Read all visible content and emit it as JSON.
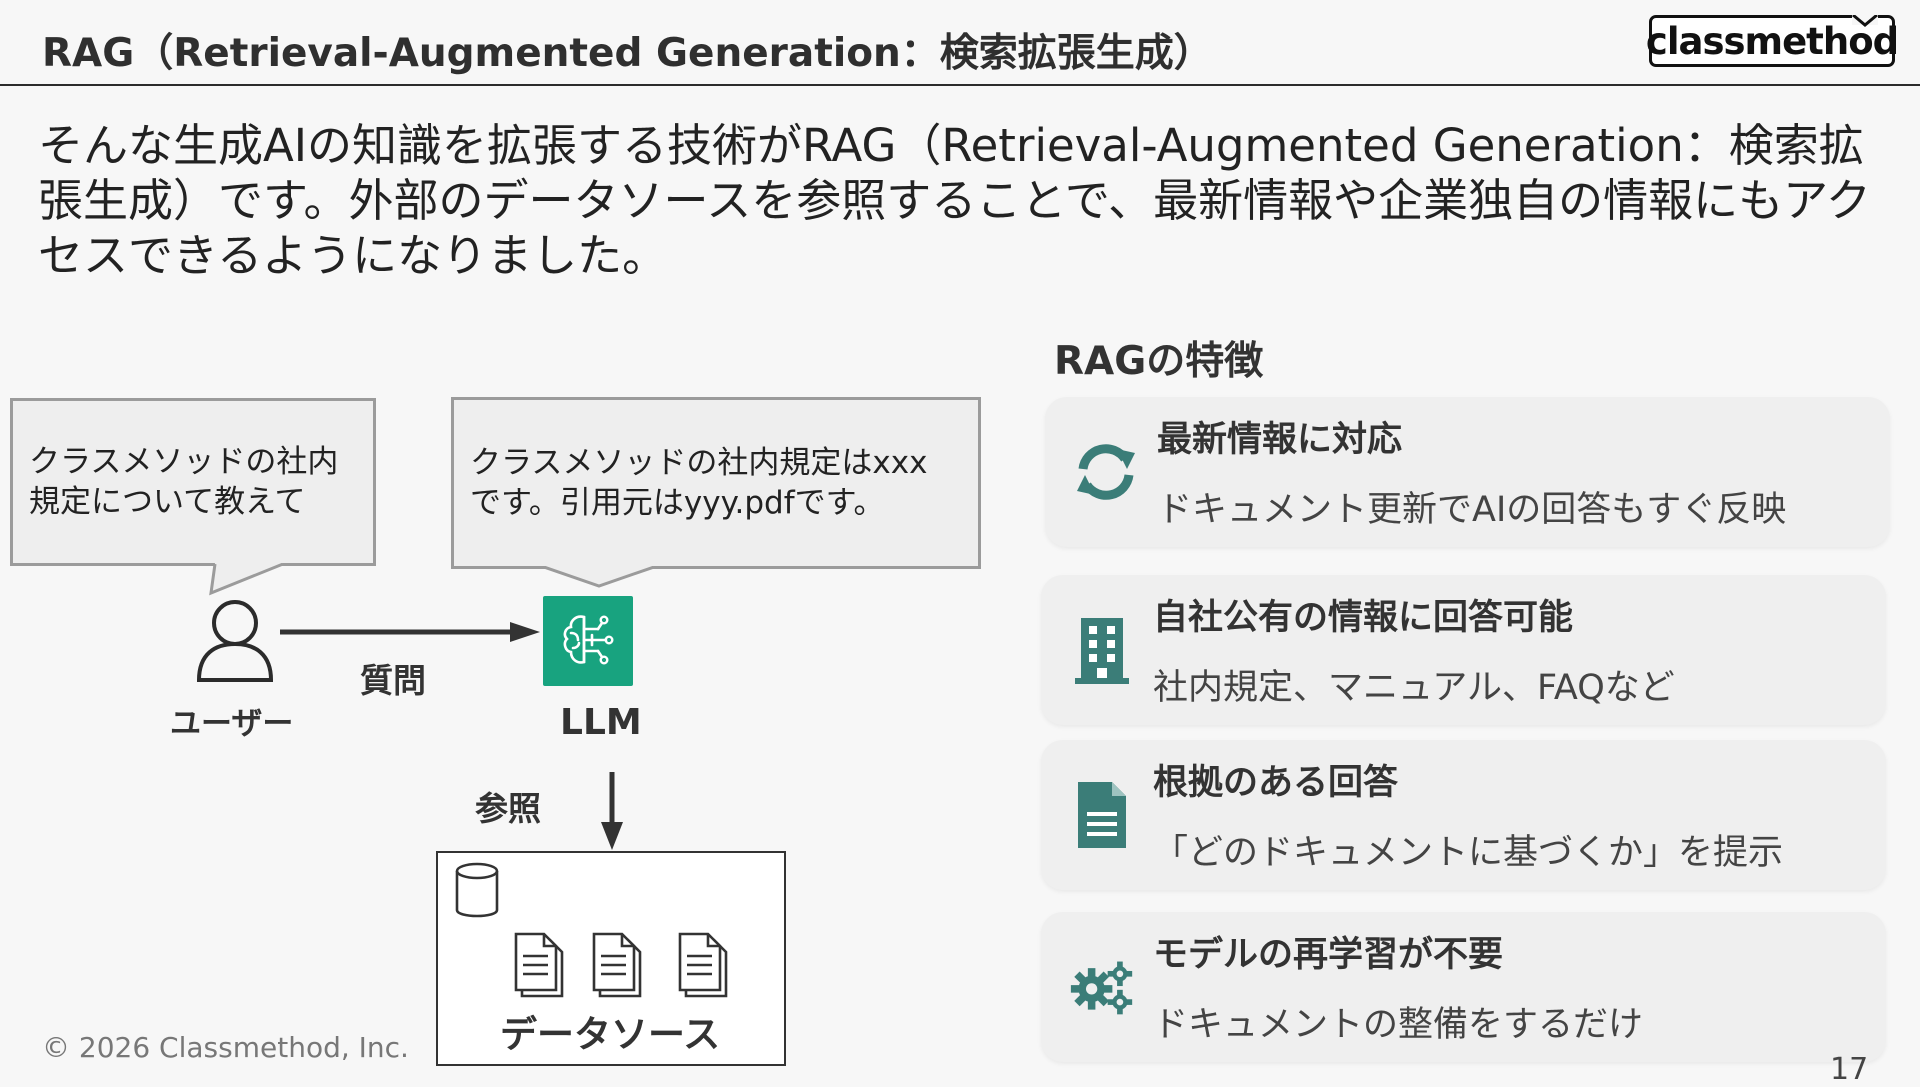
{
  "header": {
    "title": "RAG（Retrieval-Augmented Generation：検索拡張生成）",
    "logo_text": "classmethod"
  },
  "intro": {
    "text": "そんな生成AIの知識を拡張する技術がRAG（Retrieval-Augmented Generation：検索拡張生成）です。外部のデータソースを参照することで、最新情報や企業独自の情報にもアクセスできるようになりました。"
  },
  "diagram": {
    "user_bubble": {
      "line1": "クラスメソッドの社内",
      "line2": "規定について教えて"
    },
    "llm_bubble": {
      "line1": "クラスメソッドの社内規定はxxx",
      "line2": "です。引用元はyyy.pdfです。"
    },
    "user_label": "ユーザー",
    "question_label": "質問",
    "llm_label": "LLM",
    "reference_label": "参照",
    "datasource_label": "データソース",
    "icons": [
      "user-icon",
      "llm-brain-icon",
      "arrow-right-icon",
      "arrow-down-icon",
      "database-icon",
      "document-icon"
    ]
  },
  "features": {
    "title": "RAGの特徴",
    "icon_color": "#3b7d78",
    "items": [
      {
        "icon": "refresh-icon",
        "title": "最新情報に対応",
        "description": "ドキュメント更新でAIの回答もすぐ反映"
      },
      {
        "icon": "building-icon",
        "title": "自社公有の情報に回答可能",
        "description": "社内規定、マニュアル、FAQなど"
      },
      {
        "icon": "document-icon",
        "title": "根拠のある回答",
        "description": "「どのドキュメントに基づくか」を提示"
      },
      {
        "icon": "gears-icon",
        "title": "モデルの再学習が不要",
        "description": "ドキュメントの整備をするだけ"
      }
    ]
  },
  "footer": {
    "copyright": "© 2026 Classmethod, Inc.",
    "page_number": "17"
  },
  "colors": {
    "llm_green": "#18a37f",
    "accent_teal": "#3b7d78",
    "background": "#f7f7f7"
  }
}
